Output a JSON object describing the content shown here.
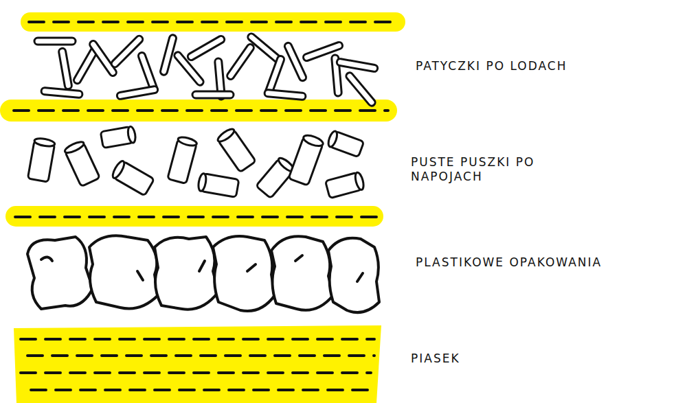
{
  "diagram": {
    "labels": [
      "PATYCZKI PO LODACH",
      "PUSTE PUSZKI PO NAPOJACH",
      "PLASTIKOWE OPAKOWANIA",
      "PIASEK"
    ]
  }
}
